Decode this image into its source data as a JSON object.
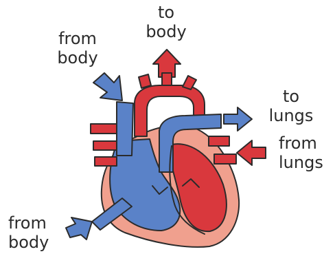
{
  "labels": {
    "to_body": [
      "to",
      "body"
    ],
    "from_body_top": [
      "from",
      "body"
    ],
    "to_lungs": [
      "to",
      "lungs"
    ],
    "from_lungs": [
      "from",
      "lungs"
    ],
    "from_body_bottom": [
      "from",
      "body"
    ]
  },
  "colors": {
    "oxygenated": "#d9383d",
    "deoxygenated": "#5a82c8",
    "muscle": "#f0a08e",
    "outline": "#2b2b2b"
  }
}
